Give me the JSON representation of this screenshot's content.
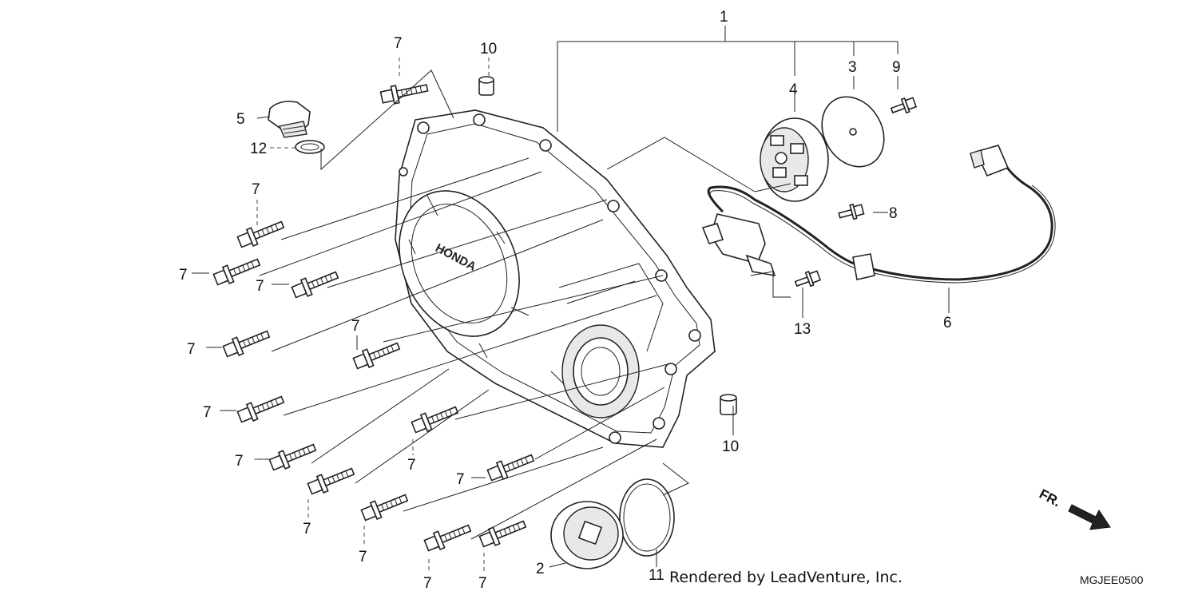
{
  "callouts": {
    "c1": "1",
    "c2": "2",
    "c3": "3",
    "c4": "4",
    "c5": "5",
    "c6": "6",
    "c7": "7",
    "c8": "8",
    "c9": "9",
    "c10": "10",
    "c11": "11",
    "c12": "12",
    "c13": "13"
  },
  "cover_brand": "HONDA",
  "direction_label": "FR.",
  "footer": "Rendered by LeadVenture, Inc.",
  "diagram_code": "MGJEE0500"
}
